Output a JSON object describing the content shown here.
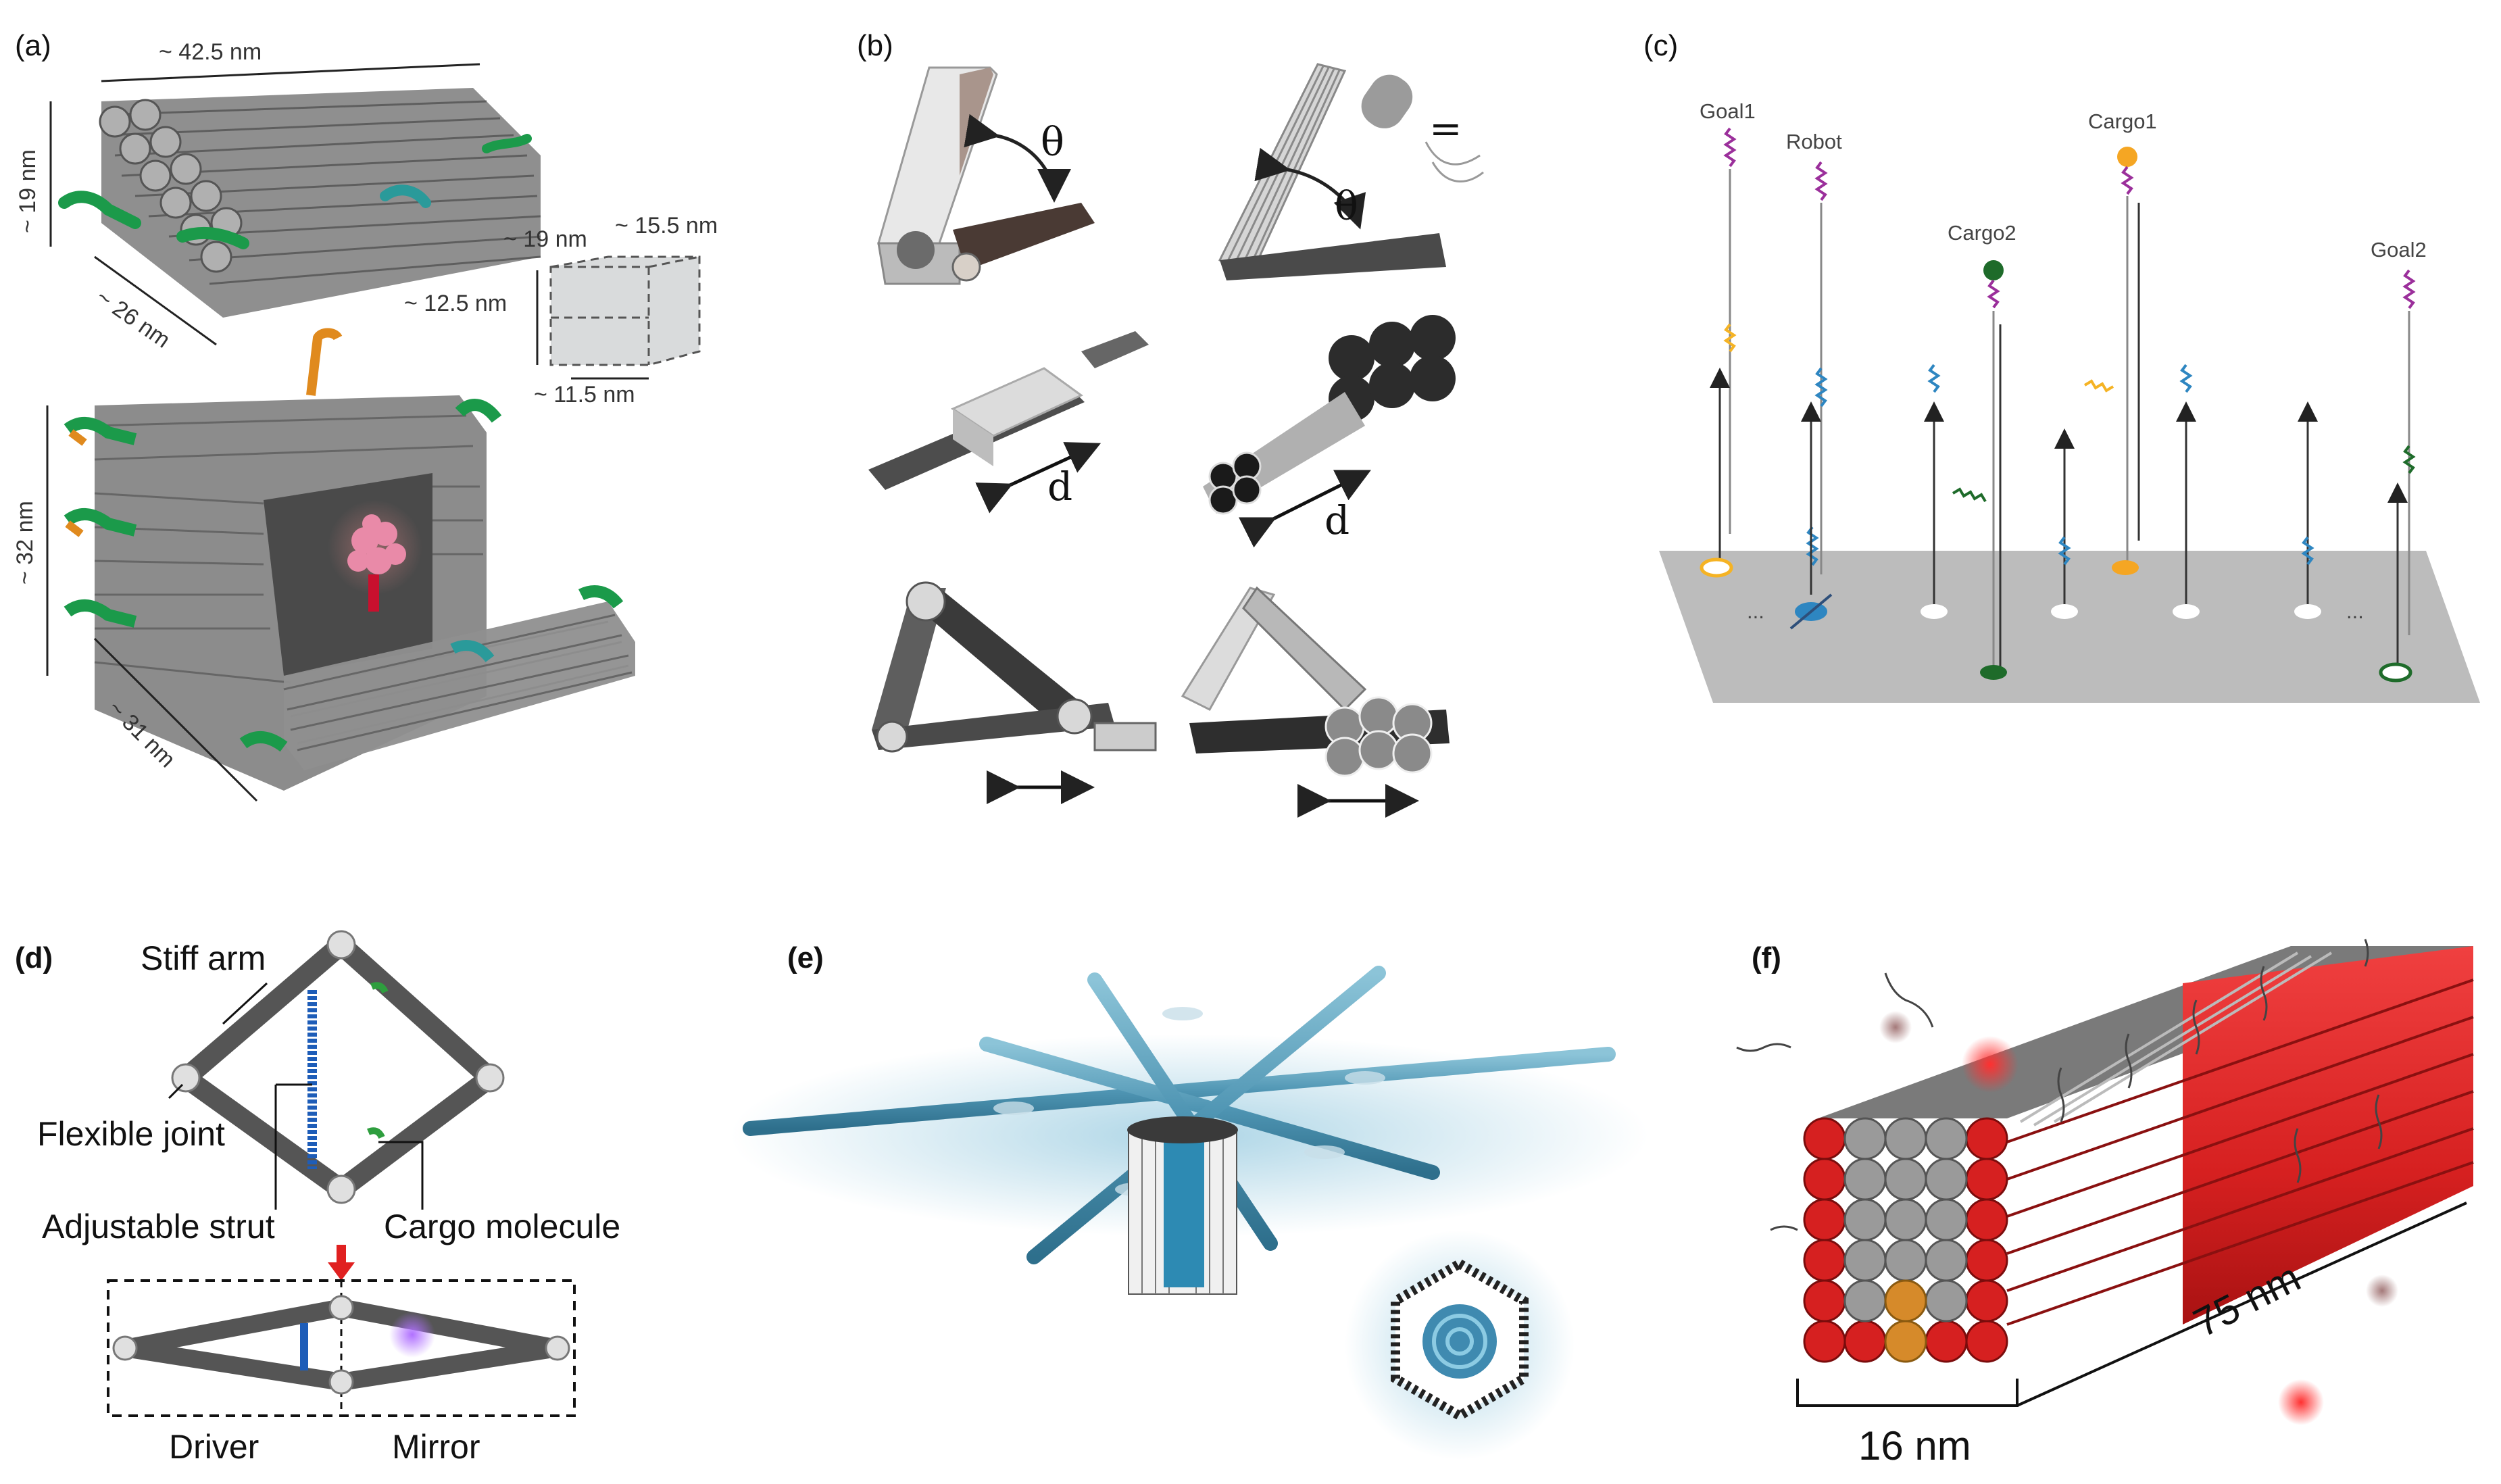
{
  "panels": {
    "a": {
      "label": "(a)",
      "dims": [
        "~ 42.5 nm",
        "~ 19 nm",
        "~ 26 nm",
        "~ 19 nm",
        "~ 15.5 nm",
        "~ 12.5 nm",
        "~ 11.5 nm",
        "~ 32 nm",
        "~ 31 nm"
      ]
    },
    "b": {
      "label": "(b)",
      "symbols": {
        "theta": "θ",
        "d": "d",
        "equals": "="
      }
    },
    "c": {
      "label": "(c)",
      "labels": {
        "goal1": "Goal1",
        "robot": "Robot",
        "cargo2": "Cargo2",
        "cargo1": "Cargo1",
        "goal2": "Goal2",
        "ellipsis": "..."
      },
      "colors": {
        "goal1": "#f5b324",
        "robot": "#2e86c1",
        "cargo1": "#f5a623",
        "cargo2": "#1e6b2a",
        "goal2": "#1e6b2a",
        "purple": "#9b2f9b"
      }
    },
    "d": {
      "label": "(d)",
      "labels": {
        "stiff_arm": "Stiff arm",
        "flexible_joint": "Flexible joint",
        "adjustable_strut": "Adjustable strut",
        "cargo_molecule": "Cargo molecule",
        "driver": "Driver",
        "mirror": "Mirror"
      }
    },
    "e": {
      "label": "(e)"
    },
    "f": {
      "label": "(f)",
      "dims": {
        "width": "16 nm",
        "length": "75 nm"
      }
    }
  }
}
